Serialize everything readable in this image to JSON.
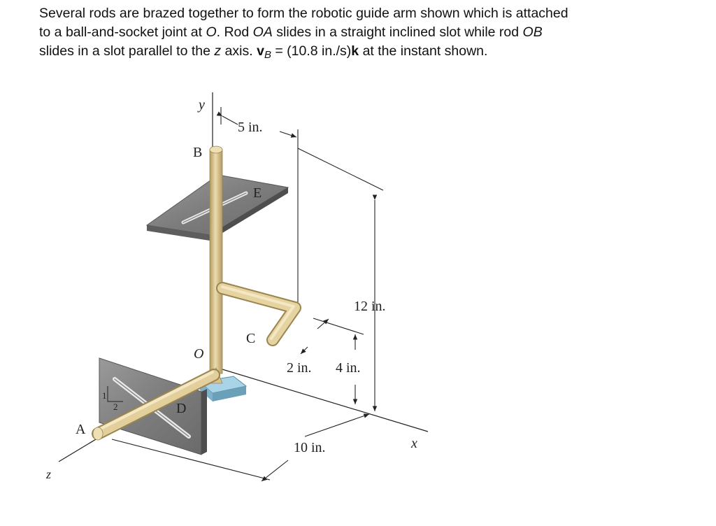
{
  "problem": {
    "line1": "Several rods are brazed together to form the robotic guide arm shown which is attached",
    "line2_a": "to a ball-and-socket joint at ",
    "line2_O": "O",
    "line2_b": ". Rod ",
    "line2_OA": "OA",
    "line2_c": " slides in a straight inclined slot while rod ",
    "line2_OB": "OB",
    "line3_a": "slides in a slot parallel to the ",
    "line3_z": "z",
    "line3_b": " axis. ",
    "line3_v": "v",
    "line3_sub": "B",
    "line3_c": " = (10.8 in./s)",
    "line3_k": "k",
    "line3_d": " at the instant shown."
  },
  "figure": {
    "labels": {
      "y": "y",
      "B": "B",
      "E": "E",
      "C": "C",
      "O": "O",
      "A": "A",
      "D": "D",
      "x": "x",
      "z": "z",
      "slope_1": "1",
      "slope_2": "2"
    },
    "dimensions": {
      "d5": "5 in.",
      "d12": "12 in.",
      "d2": "2 in.",
      "d4": "4 in.",
      "d10": "10 in."
    },
    "colors": {
      "rod": "#dcc796",
      "rod_shade": "#b39a62",
      "plate": "#8d8d8d",
      "plate_dark": "#5e5e5e",
      "base": "#a9d3e6"
    }
  }
}
